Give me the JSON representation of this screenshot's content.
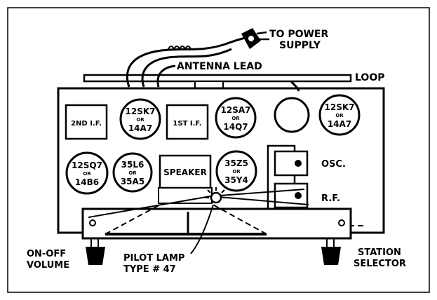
{
  "labels": {
    "power": [
      "TO POWER",
      "SUPPLY"
    ],
    "antenna": "ANTENNA LEAD",
    "loop": "LOOP",
    "onoff": [
      "ON-OFF",
      "VOLUME"
    ],
    "pilot": [
      "PILOT LAMP",
      "TYPE # 47"
    ],
    "station": [
      "STATION",
      "SELECTOR"
    ],
    "osc": "OSC.",
    "rf": "R.F."
  },
  "boxes": {
    "if2": "2ND I.F.",
    "if1": "1ST I.F.",
    "speaker": "SPEAKER"
  },
  "tubes": [
    {
      "top": "12SK7",
      "or": "OR",
      "bottom": "14A7"
    },
    {
      "top": "12SA7",
      "or": "OR",
      "bottom": "14Q7"
    },
    {
      "top": "12SK7",
      "or": "OR",
      "bottom": "14A7"
    },
    {
      "top": "12SQ7",
      "or": "OR",
      "bottom": "14B6"
    },
    {
      "top": "35L6",
      "or": "OR",
      "bottom": "35A5"
    },
    {
      "top": "35Z5",
      "or": "OR",
      "bottom": "35Y4"
    }
  ]
}
